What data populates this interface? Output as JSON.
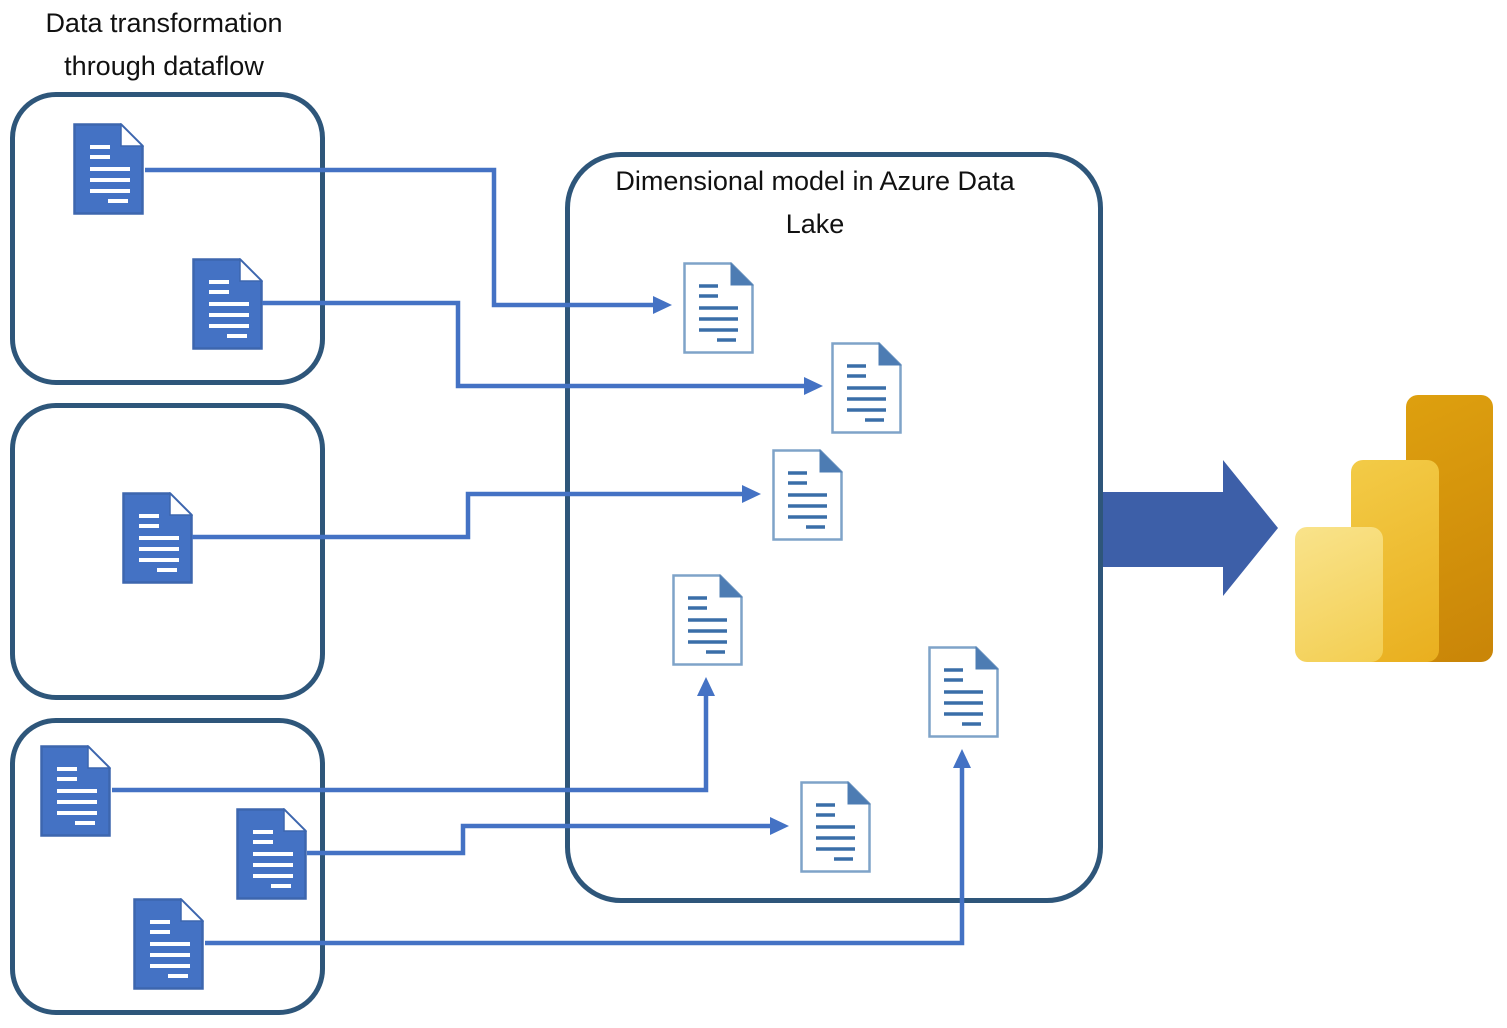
{
  "diagram": {
    "source_group_title": "Data transformation through dataflow",
    "model_box_title": "Dimensional model in Azure Data Lake",
    "source_boxes": [
      {
        "label": "dataflow source box 1",
        "document_count": 2
      },
      {
        "label": "dataflow source box 2",
        "document_count": 1
      },
      {
        "label": "dataflow source box 3",
        "document_count": 3
      }
    ],
    "model_document_count": 6,
    "flows": [
      "box1 document 1 -> model document 1",
      "box1 document 2 -> model document 2",
      "box2 document 1 -> model document 3",
      "box3 document 1 -> model document 4 (from below)",
      "box3 document 2 -> model document 6",
      "box3 document 3 -> model document 5 (from below)",
      "dimensional model -> Power BI"
    ],
    "icons": {
      "source_document": "blue-document-icon",
      "model_document": "outline-document-icon",
      "flow_arrow": "big-right-arrow-icon",
      "destination": "power-bi-logo"
    },
    "colors": {
      "box_border": "#2E567A",
      "connector_blue": "#4472C4",
      "source_document_fill": "#4472C4",
      "model_document_line": "#3A6EA8",
      "big_arrow": "#3D5FA8",
      "powerbi_light": "#F5D95C",
      "powerbi_mid": "#EDB929",
      "powerbi_dark": "#D08E0B"
    }
  }
}
